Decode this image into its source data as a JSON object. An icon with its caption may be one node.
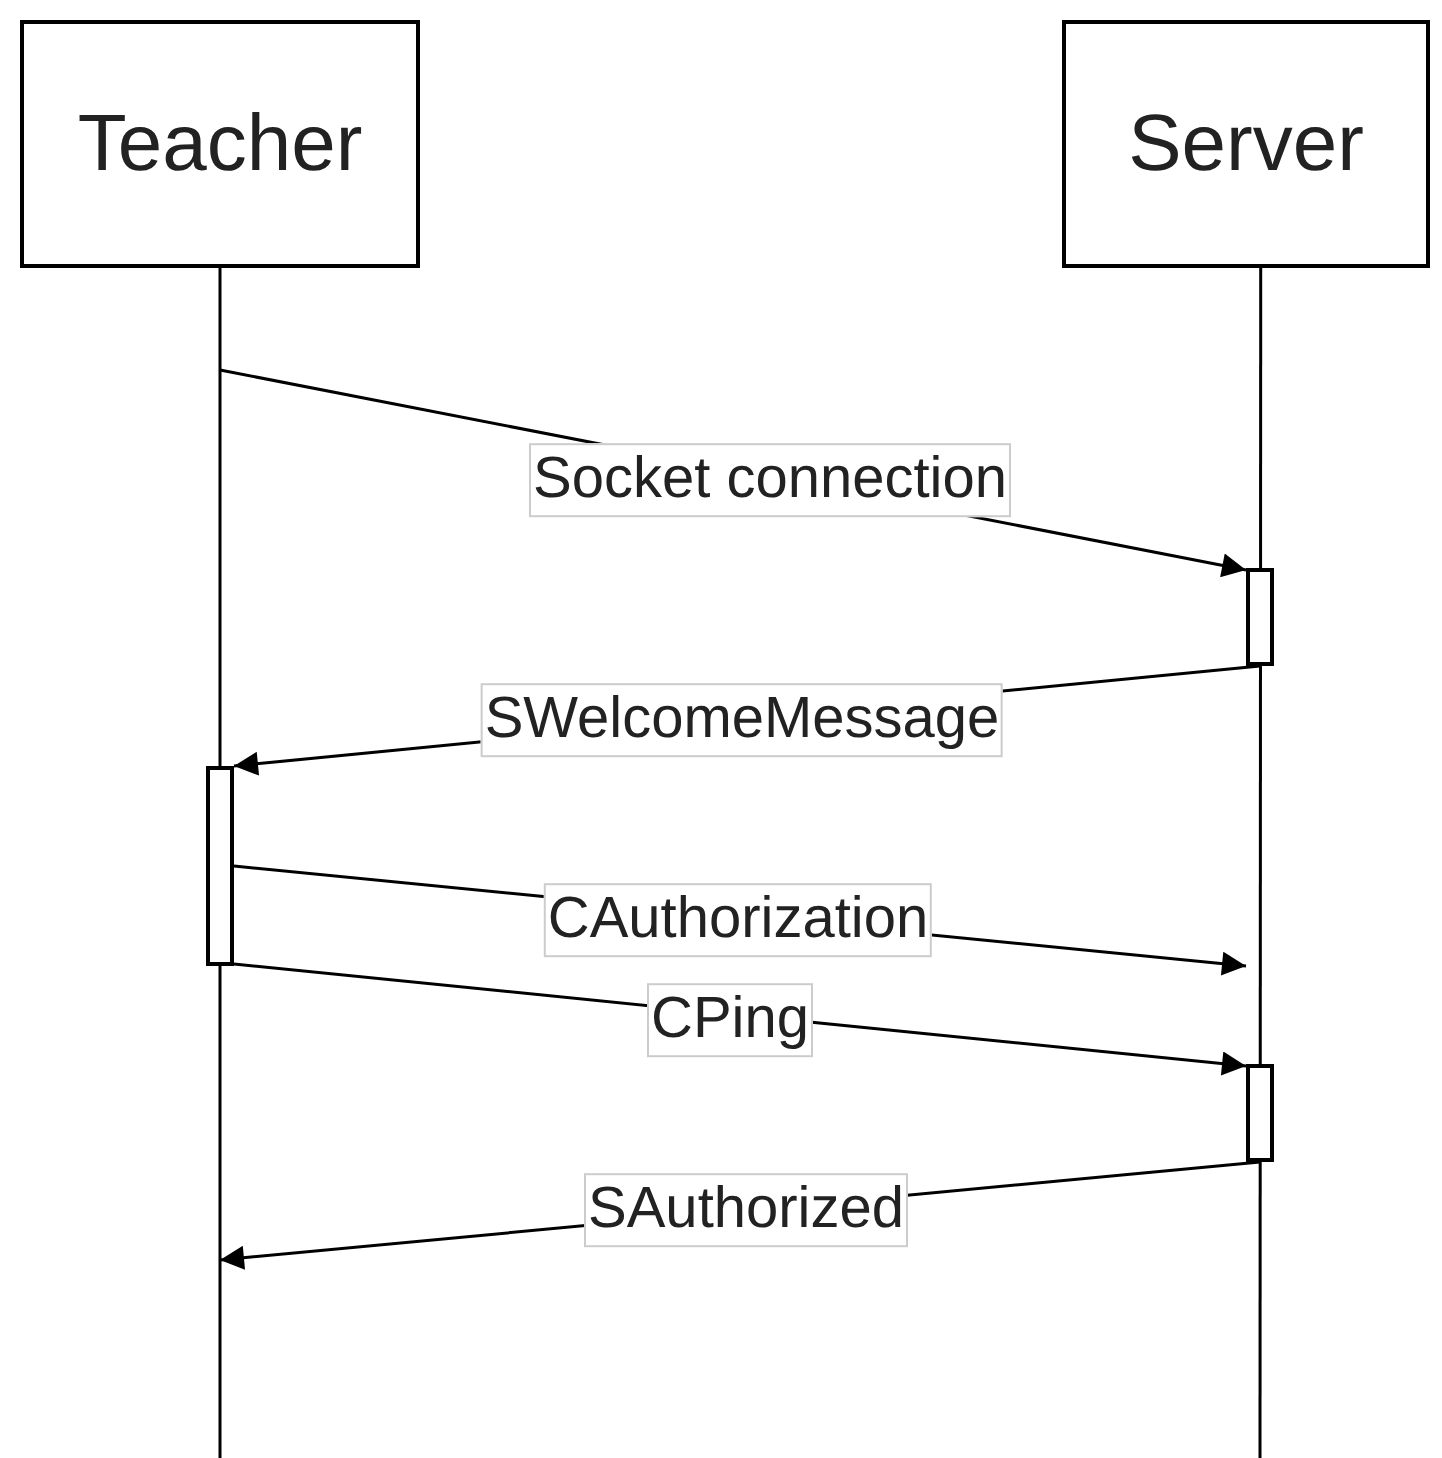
{
  "diagram": {
    "nodes": [
      {
        "text": [
          "Teacher"
        ]
      },
      {
        "text": [
          "Server"
        ]
      },
      {
        "text": [],
        "shape": "bar"
      },
      {
        "text": [],
        "shape": "bar"
      },
      {
        "text": [],
        "shape": "bar"
      }
    ],
    "edges": [
      {
        "from": 0,
        "to": null,
        "arrow": "none"
      },
      {
        "from": 1,
        "to": null,
        "arrow": "none"
      },
      {
        "from": null,
        "to": 2,
        "arrow": "to",
        "label": "Socket connection"
      },
      {
        "from": 2,
        "to": 3,
        "arrow": "to",
        "label": "SWelcomeMessage"
      },
      {
        "from": 3,
        "to": null,
        "arrow": "to",
        "label": "CAuthorization"
      },
      {
        "from": 3,
        "to": 4,
        "arrow": "to",
        "label": "CPing"
      },
      {
        "from": 4,
        "to": null,
        "arrow": "to",
        "label": "SAuthorized"
      }
    ]
  }
}
